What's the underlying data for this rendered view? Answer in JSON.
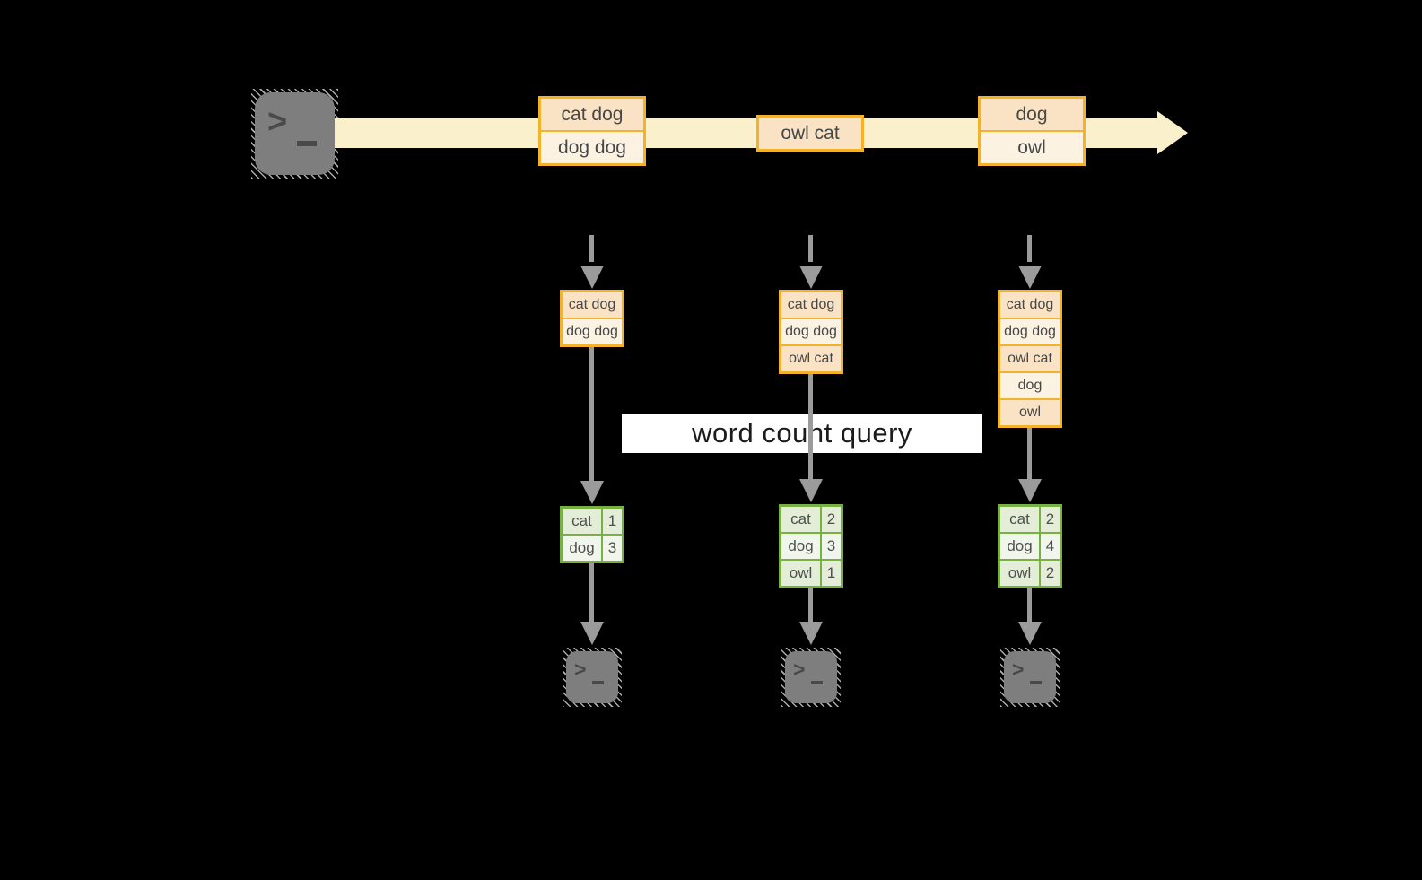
{
  "query_label": "word count query",
  "icons": {
    "terminal_prompt": ">"
  },
  "colors": {
    "background": "#000000",
    "stream_arrow": "#FAF0CB",
    "orange_border": "#F3B229",
    "cell_peach": "#FAE3C4",
    "cell_cream": "#FCF2E2",
    "green_border": "#77B13F",
    "green_cell_dark": "#E4EDD8",
    "green_cell_light": "#F0F6EB",
    "arrow_gray": "#9B9B9B",
    "terminal_gray": "#7E7E7E",
    "label_bg": "#FFFFFF",
    "text_dark": "#474747"
  },
  "stream": {
    "events": [
      {
        "rows": [
          "cat dog",
          "dog dog"
        ]
      },
      {
        "rows": [
          "owl cat"
        ]
      },
      {
        "rows": [
          "dog",
          "owl"
        ]
      }
    ]
  },
  "snapshots": [
    {
      "buffer": [
        "cat dog",
        "dog dog"
      ],
      "counts": [
        {
          "word": "cat",
          "count": "1"
        },
        {
          "word": "dog",
          "count": "3"
        }
      ]
    },
    {
      "buffer": [
        "cat dog",
        "dog dog",
        "owl cat"
      ],
      "counts": [
        {
          "word": "cat",
          "count": "2"
        },
        {
          "word": "dog",
          "count": "3"
        },
        {
          "word": "owl",
          "count": "1"
        }
      ]
    },
    {
      "buffer": [
        "cat dog",
        "dog dog",
        "owl cat",
        "dog",
        "owl"
      ],
      "counts": [
        {
          "word": "cat",
          "count": "2"
        },
        {
          "word": "dog",
          "count": "4"
        },
        {
          "word": "owl",
          "count": "2"
        }
      ]
    }
  ]
}
